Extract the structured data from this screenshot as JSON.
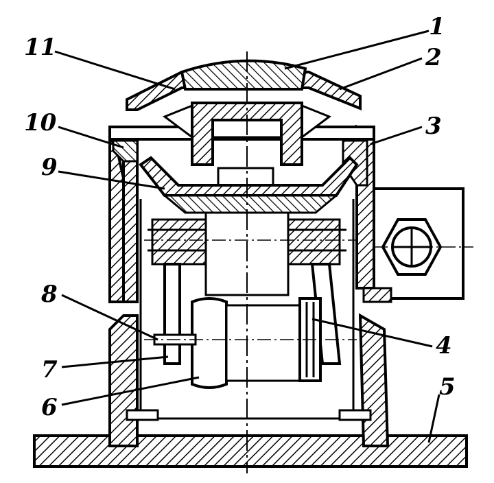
{
  "figure": {
    "callouts": [
      {
        "id": "c1",
        "text": "1"
      },
      {
        "id": "c2",
        "text": "2"
      },
      {
        "id": "c3",
        "text": "3"
      },
      {
        "id": "c4",
        "text": "4"
      },
      {
        "id": "c5",
        "text": "5"
      },
      {
        "id": "c6",
        "text": "6"
      },
      {
        "id": "c7",
        "text": "7"
      },
      {
        "id": "c8",
        "text": "8"
      },
      {
        "id": "c9",
        "text": "9"
      },
      {
        "id": "c10",
        "text": "10"
      },
      {
        "id": "c11",
        "text": "11"
      }
    ],
    "colors": {
      "ink": "#000000",
      "background": "#ffffff"
    }
  }
}
